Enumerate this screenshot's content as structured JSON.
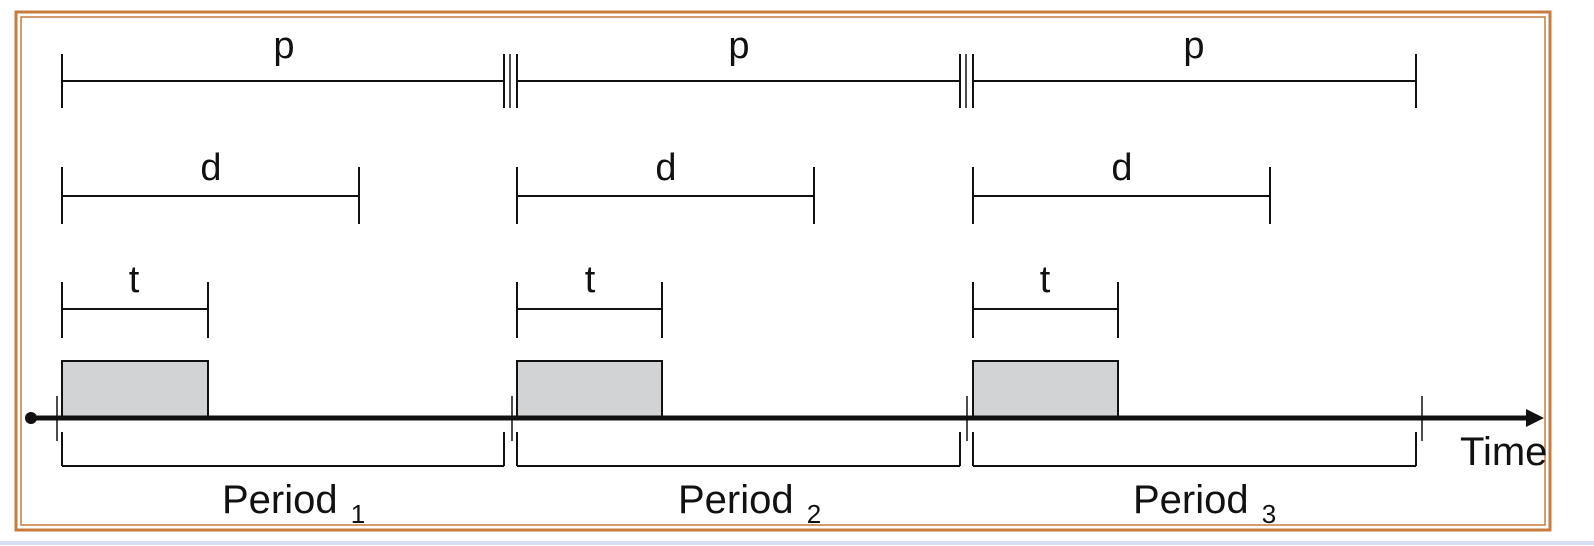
{
  "diagram": {
    "labels": {
      "p": "p",
      "d": "d",
      "t": "t",
      "time": "Time"
    },
    "periods": [
      {
        "period_label": "Period",
        "period_subscript": "1"
      },
      {
        "period_label": "Period",
        "period_subscript": "2"
      },
      {
        "period_label": "Period",
        "period_subscript": "3"
      }
    ]
  }
}
